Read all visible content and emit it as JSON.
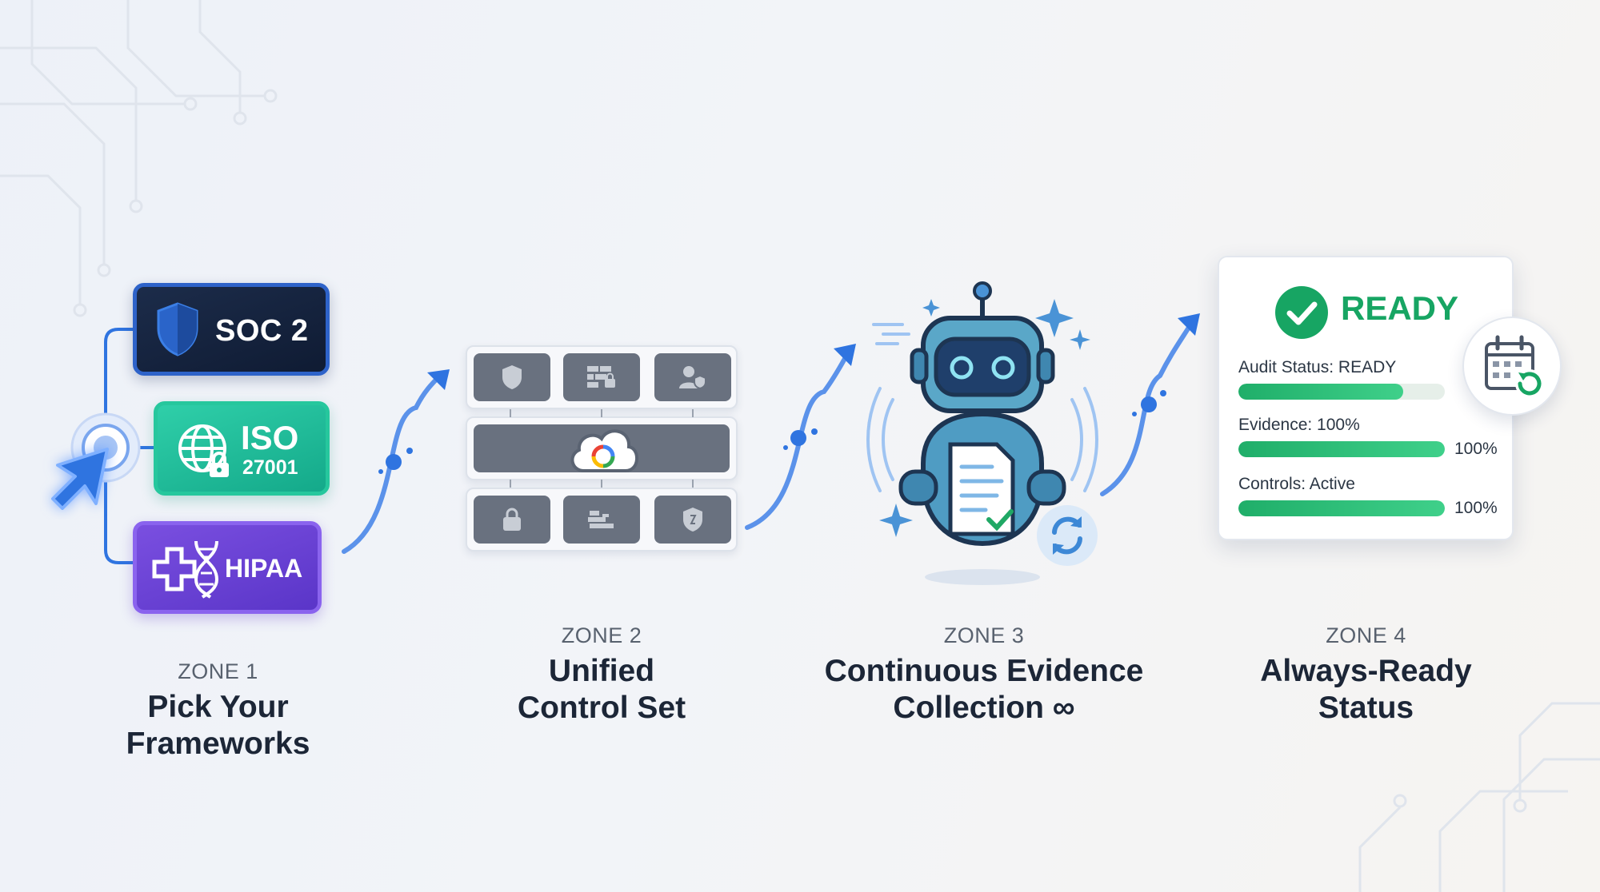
{
  "zones": [
    {
      "number": "ZONE 1",
      "title_line1": "Pick Your",
      "title_line2": "Frameworks",
      "frameworks": {
        "soc": "SOC 2",
        "iso": "ISO",
        "iso_sub": "27001",
        "hipaa": "HIPAA"
      }
    },
    {
      "number": "ZONE 2",
      "title_line1": "Unified",
      "title_line2": "Control Set"
    },
    {
      "number": "ZONE 3",
      "title_line1": "Continuous Evidence",
      "title_line2": "Collection ∞"
    },
    {
      "number": "ZONE 4",
      "title_line1": "Always-Ready",
      "title_line2": "Status",
      "card": {
        "status": "READY",
        "metrics": [
          {
            "label": "Audit Status: READY",
            "progress": 0.8,
            "percent": ""
          },
          {
            "label": "Evidence: 100%",
            "progress": 1.0,
            "percent": "100%"
          },
          {
            "label": "Controls: Active",
            "progress": 1.0,
            "percent": "100%"
          }
        ]
      }
    }
  ],
  "icons": [
    "shield-icon",
    "globe-icon",
    "lock-icon",
    "medical-cross-icon",
    "dna-icon",
    "cursor-icon",
    "firewall-icon",
    "user-shield-icon",
    "server-icon",
    "cloud-icon",
    "robot-icon",
    "document-check-icon",
    "sync-icon",
    "sparkle-icon",
    "checkmark-circle-icon",
    "calendar-refresh-icon"
  ],
  "colors": {
    "accent_blue": "#2f74e0",
    "soc_navy": "#0f1b33",
    "iso_teal": "#14a98a",
    "hipaa_purple": "#5a35c8",
    "ready_green": "#17a563",
    "tile_gray": "#69717f"
  }
}
